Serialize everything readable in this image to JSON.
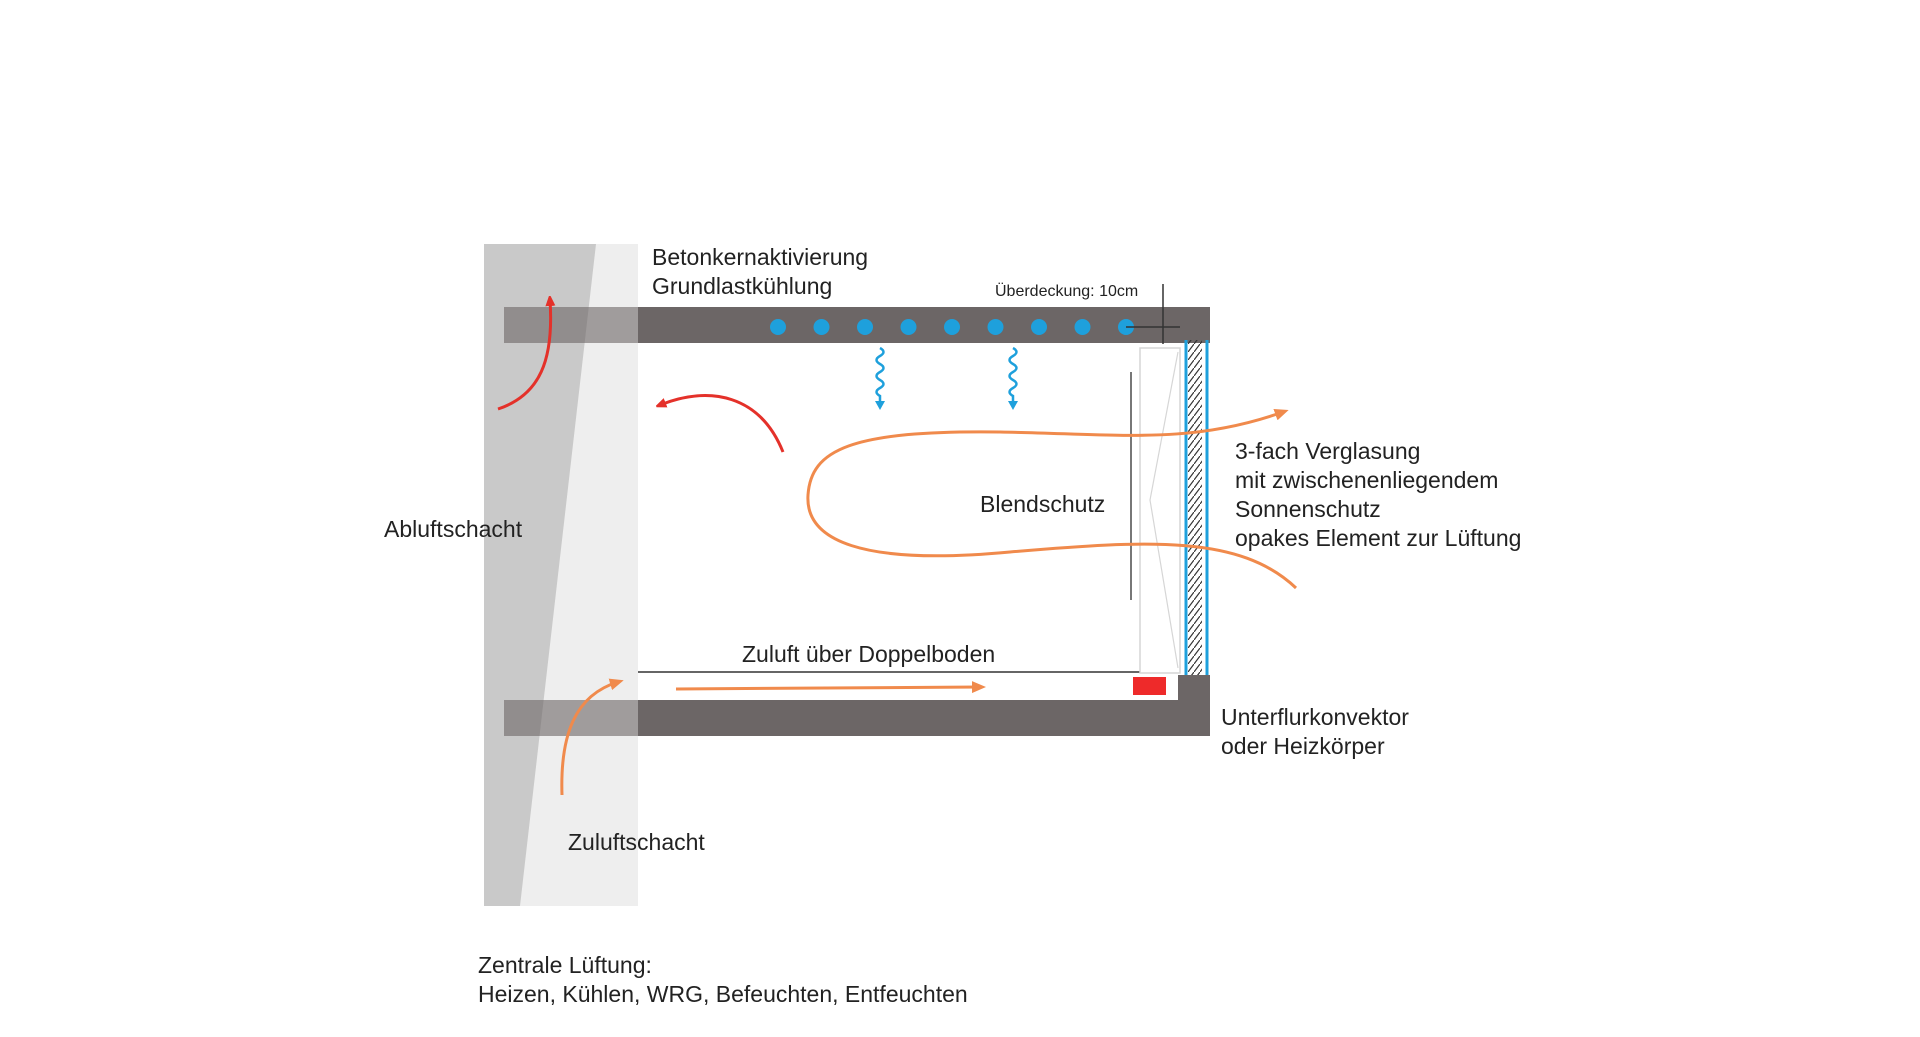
{
  "colors": {
    "slab": "#6c6666",
    "shaft_dark": "#c9c9c9",
    "shaft_light": "#eeeeee",
    "cooling_dot": "#1ea0dc",
    "cooling_wave": "#1ea0dc",
    "exhaust_arrow": "#e4312a",
    "supply_arrow": "#f08a4c",
    "convector": "#ee2a2a",
    "glazing": "#1ea0dc"
  },
  "labels": {
    "concrete_core_line1": "Betonkernaktivierung",
    "concrete_core_line2": "Grundlastkühlung",
    "cover": "Überdeckung: 10cm",
    "exhaust_shaft": "Abluftschacht",
    "glare_protection": "Blendschutz",
    "glazing_line1": "3-fach Verglasung",
    "glazing_line2": "mit zwischenenliegendem",
    "glazing_line3": "Sonnenschutz",
    "glazing_line4": "opakes Element zur Lüftung",
    "raised_floor_supply": "Zuluft über Doppelboden",
    "convector_line1": "Unterflurkonvektor",
    "convector_line2": "oder Heizkörper",
    "supply_shaft": "Zuluftschacht",
    "central_ventilation_line1": "Zentrale Lüftung:",
    "central_ventilation_line2": "Heizen, Kühlen, WRG, Befeuchten, Entfeuchten"
  },
  "cooling_pipes_count": 9,
  "cooling_waves_count": 2
}
